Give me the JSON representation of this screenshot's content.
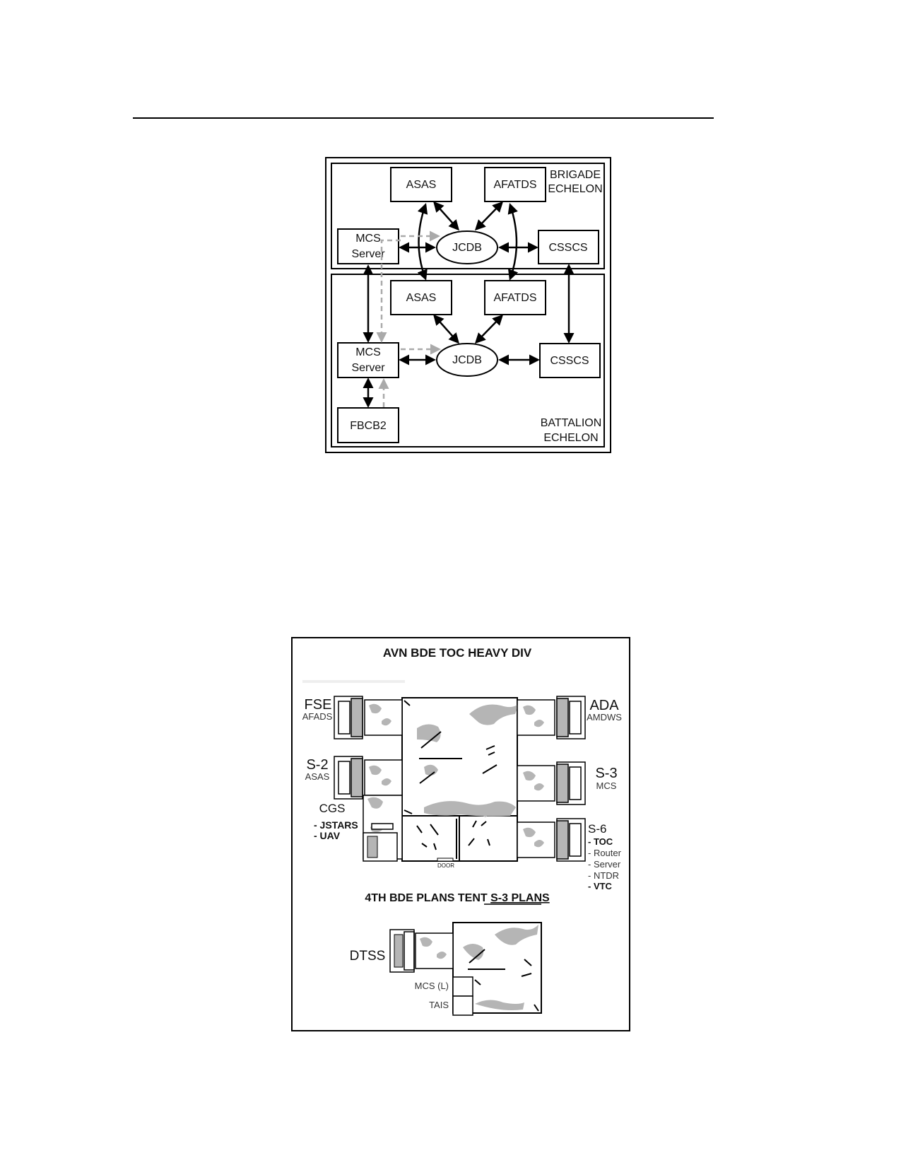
{
  "diagram1": {
    "brigade_label": [
      "BRIGADE",
      "ECHELON"
    ],
    "battalion_label": [
      "BATTALION",
      "ECHELON"
    ],
    "brigade_nodes": {
      "asas": "ASAS",
      "afatds": "AFATDS",
      "mcs": [
        "MCS",
        "Server"
      ],
      "jcdb": "JCDB",
      "csscs": "CSSCS"
    },
    "battalion_nodes": {
      "asas": "ASAS",
      "afatds": "AFATDS",
      "mcs": [
        "MCS",
        "Server"
      ],
      "jcdb": "JCDB",
      "csscs": "CSSCS",
      "fbcb2": "FBCB2"
    }
  },
  "diagram2": {
    "title": "AVN BDE TOC HEAVY DIV",
    "fse": {
      "title": "FSE",
      "sub": "AFADS"
    },
    "ada": {
      "title": "ADA",
      "sub": "AMDWS"
    },
    "s2": {
      "title": "S-2",
      "sub": "ASAS"
    },
    "s3": {
      "title": "S-3",
      "sub": "MCS"
    },
    "cgs": {
      "title": "CGS",
      "items": [
        "- JSTARS",
        "- UAV"
      ]
    },
    "s6": {
      "title": "S-6",
      "items": [
        "- TOC",
        "- Router",
        "- Server",
        "- NTDR",
        "- VTC"
      ]
    },
    "door": "DOOR",
    "plans_title_prefix": "4TH BDE PLANS TENT ",
    "plans_title_underlined": "S-3 PLANS",
    "dtss": "DTSS",
    "mcs_l": "MCS (L)",
    "tais": "TAIS"
  },
  "colors": {
    "line": "#000000",
    "dashed": "#aaaaaa",
    "camo": "#b5b5b5"
  }
}
